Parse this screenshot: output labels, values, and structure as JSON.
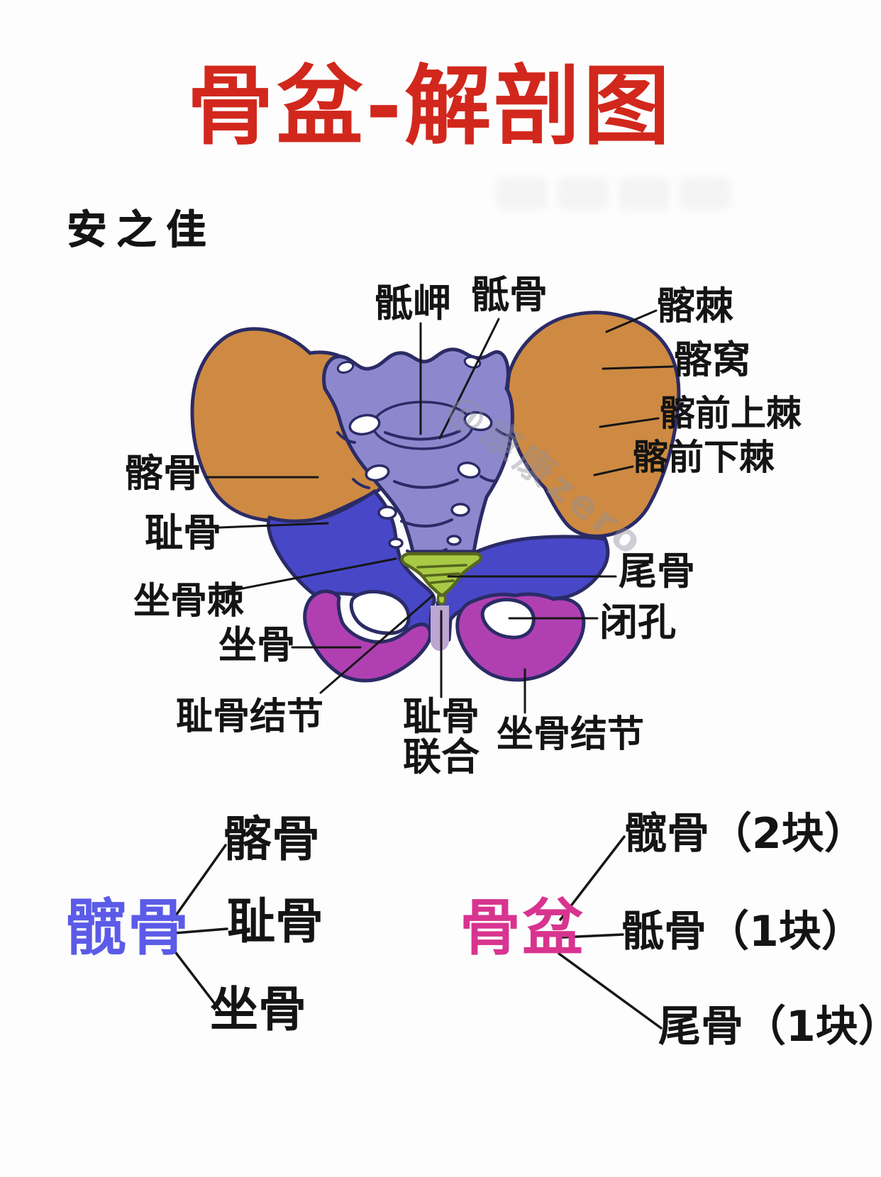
{
  "page": {
    "title": "骨盆-解剖图",
    "title_color": "#d2271c",
    "signature": "安之佳",
    "watermark": "@康康zero"
  },
  "anatomy": {
    "labels": [
      {
        "id": "sacral-promontory",
        "text": "骶岬"
      },
      {
        "id": "sacrum",
        "text": "骶骨"
      },
      {
        "id": "iliac-crest",
        "text": "髂棘"
      },
      {
        "id": "iliac-fossa",
        "text": "髂窝"
      },
      {
        "id": "anterior-superior-iliac-spine",
        "text": "髂前上棘"
      },
      {
        "id": "anterior-inferior-iliac-spine",
        "text": "髂前下棘"
      },
      {
        "id": "ilium",
        "text": "髂骨"
      },
      {
        "id": "pubis",
        "text": "耻骨"
      },
      {
        "id": "ischial-spine",
        "text": "坐骨棘"
      },
      {
        "id": "ischium",
        "text": "坐骨"
      },
      {
        "id": "pubic-tubercle",
        "text": "耻骨结节"
      },
      {
        "id": "pubic-symphysis",
        "text": "耻骨联合"
      },
      {
        "id": "ischial-tuberosity",
        "text": "坐骨结节"
      },
      {
        "id": "coccyx",
        "text": "尾骨"
      },
      {
        "id": "obturator-foramen",
        "text": "闭孔"
      }
    ]
  },
  "hip_bone_tree": {
    "root": "髋骨",
    "root_color": "#5b5be8",
    "children": [
      "髂骨",
      "耻骨",
      "坐骨"
    ]
  },
  "pelvis_tree": {
    "root": "骨盆",
    "root_color": "#d8348f",
    "children": [
      "髋骨（2块）",
      "骶骨（1块）",
      "尾骨（1块）"
    ]
  },
  "colors": {
    "ilium_orange": "#ce8a42",
    "sacrum_purple": "#8d88ce",
    "pubis_blue": "#4747c8",
    "ischium_magenta": "#b040b2",
    "coccyx_green": "#a9c944",
    "symphysis_lavender": "#bca6d2",
    "outline_navy": "#2b2b66",
    "white": "#ffffff"
  }
}
